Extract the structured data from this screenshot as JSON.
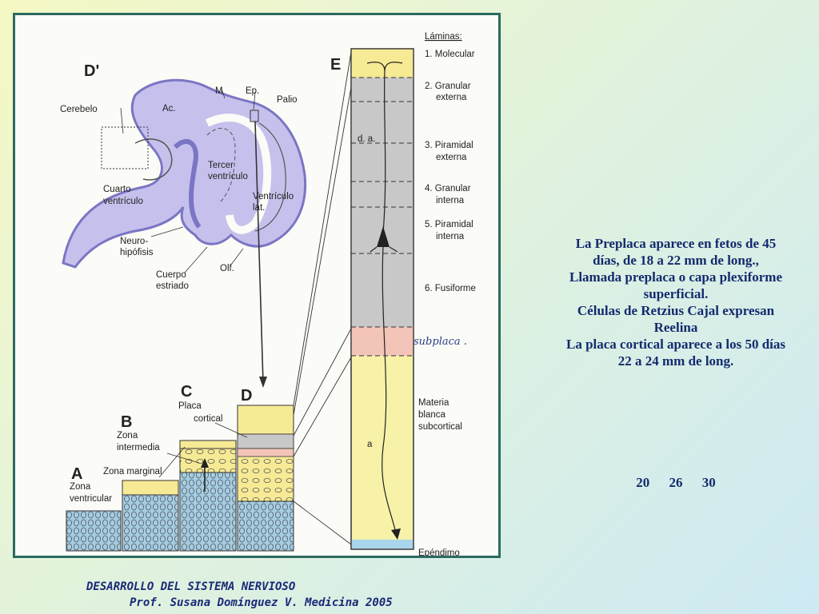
{
  "figure": {
    "panel_letters": {
      "d_prime": "D'",
      "e": "E",
      "a": "A",
      "b": "B",
      "c": "C",
      "d": "D"
    },
    "brain_labels": {
      "cerebelo": "Cerebelo",
      "ac": "Ac.",
      "m": "M",
      "ep": "Ep.",
      "palio": "Palio",
      "tercer_1": "Tercer",
      "tercer_2": "ventrículo",
      "cuarto_1": "Cuarto",
      "cuarto_2": "ventrículo",
      "ventriculo_1": "Ventrículo",
      "ventriculo_2": "lat.",
      "neuro_1": "Neuro-",
      "neuro_2": "hipófisis",
      "cuerpo_1": "Cuerpo",
      "cuerpo_2": "estriado",
      "olf": "Olf."
    },
    "stage_labels": {
      "placa_1": "Placa",
      "placa_2": "cortical",
      "zona_int_1": "Zona",
      "zona_int_2": "intermedia",
      "zona_marginal": "Zona marginal",
      "zona_vent_1": "Zona",
      "zona_vent_2": "ventricular"
    },
    "laminas_title": "Láminas:",
    "laminas": {
      "l1": "1. Molecular",
      "l2a": "2. Granular",
      "l2b": "externa",
      "l3a": "3. Piramidal",
      "l3b": "externa",
      "l4a": "4. Granular",
      "l4b": "interna",
      "l5a": "5. Piramidal",
      "l5b": "interna",
      "l6": "6. Fusiforme"
    },
    "subplaca": "subplaca .",
    "materia_1": "Materia",
    "materia_2": "blanca",
    "materia_3": "subcortical",
    "ependimo": "Epéndimo",
    "column_da": "d. a.",
    "column_a": "a"
  },
  "side_text": {
    "p1": "La Preplaca aparece en fetos de 45 días, de 18 a 22 mm de long.,",
    "p2": "Llamada preplaca o capa plexiforme superficial.",
    "p3": "Células de Retzius Cajal expresan Reelina",
    "p4": "La placa cortical aparece a los 50 días 22 a 24 mm de long."
  },
  "numbers": [
    "20",
    "26",
    "30"
  ],
  "footer": {
    "line1": "DESARROLLO DEL SISTEMA  NERVIOSO",
    "line2": "Prof. Susana Domínguez V. Medicina 2005"
  },
  "colors": {
    "frame": "#2c6a60",
    "text": "#142a6e",
    "ventricular": "#9dc8e0",
    "yellow": "#f7ea95",
    "gray": "#c8c8c8",
    "pink": "#f3c5b8",
    "brain": "#b7b3e4"
  }
}
